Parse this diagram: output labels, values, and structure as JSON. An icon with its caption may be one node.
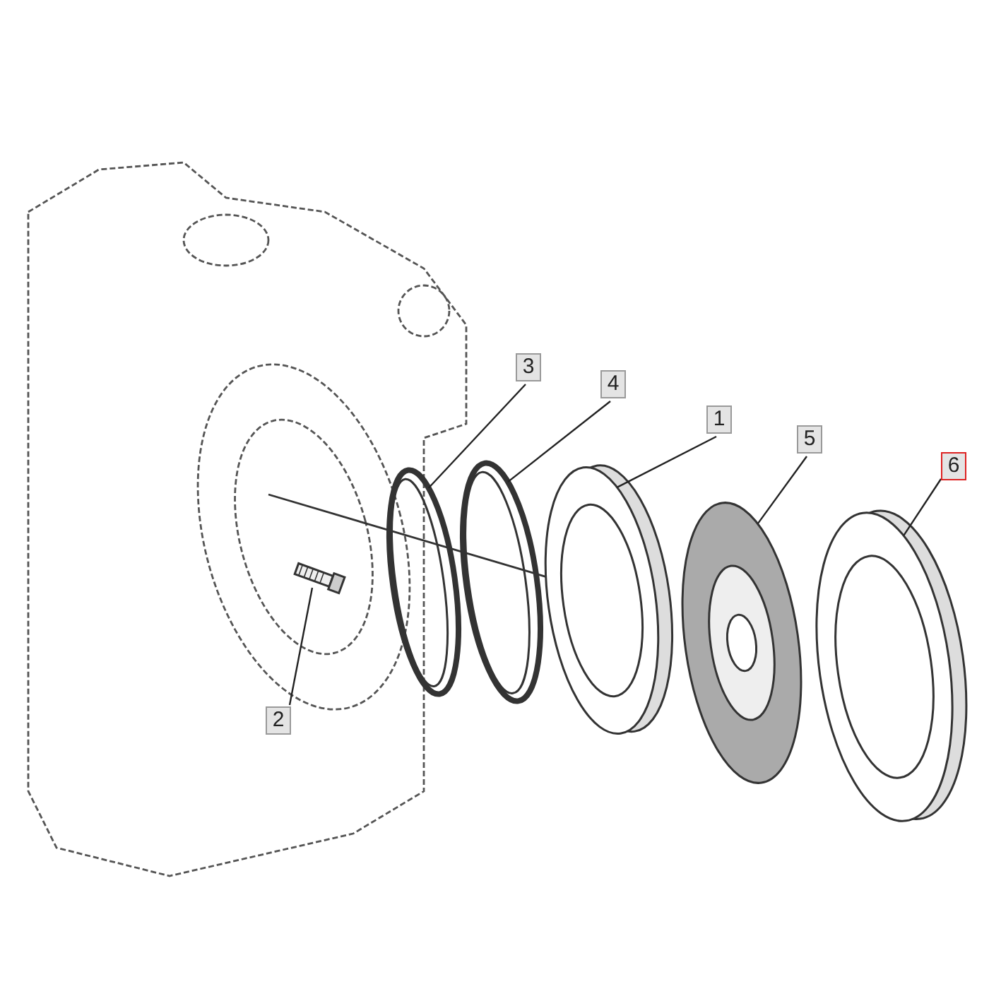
{
  "diagram": {
    "nodes": [
      {
        "text": [
          "3"
        ]
      },
      {
        "text": [],
        "shape": "picture"
      },
      {
        "text": [
          "4"
        ]
      },
      {
        "text": [],
        "shape": "picture"
      },
      {
        "text": [
          "1"
        ]
      },
      {
        "text": [],
        "shape": "picture"
      },
      {
        "text": [
          "5"
        ]
      },
      {
        "text": [],
        "shape": "picture"
      },
      {
        "text": [
          "2"
        ]
      },
      {
        "text": [],
        "shape": "picture"
      },
      {
        "text": [
          "6"
        ]
      },
      {
        "text": [],
        "shape": "picture"
      }
    ],
    "edges": [
      {
        "from": 0,
        "to": 1,
        "arrow": "none"
      },
      {
        "from": 2,
        "to": 3,
        "arrow": "none"
      },
      {
        "from": 4,
        "to": 5,
        "arrow": "none"
      },
      {
        "from": 6,
        "to": 7,
        "arrow": "none"
      },
      {
        "from": 8,
        "to": 9,
        "arrow": "none"
      },
      {
        "from": 10,
        "to": 11,
        "arrow": "none"
      }
    ]
  }
}
